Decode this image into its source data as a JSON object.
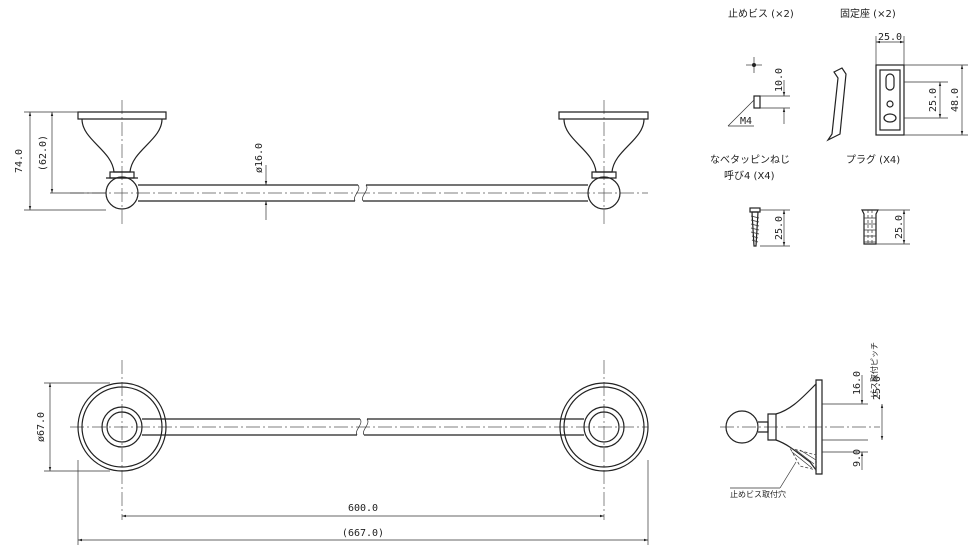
{
  "dimensions": {
    "height_total": "74.0",
    "height_inner": "(62.0)",
    "pipe_dia": "ø16.0",
    "flange_dia": "ø67.0",
    "pitch": "600.0",
    "overall": "(667.0)",
    "side_16": "16.0",
    "side_25": "25.0",
    "side_9": "9.0",
    "side_pitch_label": "ビス取付ピッチ"
  },
  "parts": {
    "screw_title": "止めビス (×2)",
    "screw_len": "10.0",
    "screw_thread": "M4",
    "bracket_title": "固定座 (×2)",
    "bracket_w": "25.0",
    "bracket_h": "48.0",
    "bracket_pitch": "25.0",
    "tap_title_1": "なべタッピンねじ",
    "tap_title_2": "呼び4 (X4)",
    "tap_len": "25.0",
    "plug_title": "プラグ (X4)",
    "plug_len": "25.0"
  },
  "labels": {
    "screw_hole": "止めビス取付穴"
  }
}
